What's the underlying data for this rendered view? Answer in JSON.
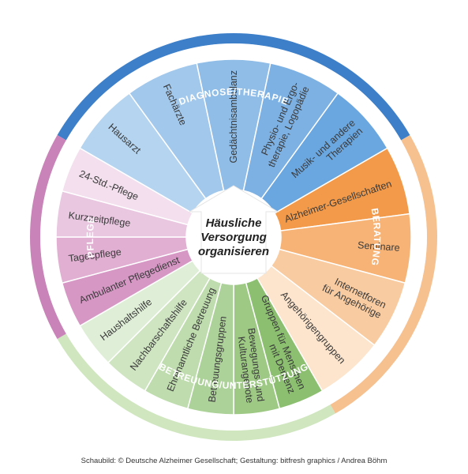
{
  "center": {
    "lines": [
      "Häusliche",
      "Versorgung",
      "organisieren"
    ]
  },
  "ring": {
    "diagnose": "DIAGNOSE/THERAPIE",
    "beratung": "BERATUNG",
    "betreuung": "BETREUUNG/UNTERSTÜTZUNG",
    "pflege": "PFLEGE"
  },
  "segments": {
    "diagnose": [
      [
        "Hausarzt"
      ],
      [
        "Fachärzte"
      ],
      [
        "Gedächtnisambulanz"
      ],
      [
        "Physio- und Ergo-",
        "therapie, Logopädie"
      ],
      [
        "Musik- und andere",
        "Therapien"
      ]
    ],
    "beratung": [
      [
        "Alzheimer-Gesellschaften"
      ],
      [
        "Seminare"
      ],
      [
        "Internetforen",
        "für Angehörige"
      ],
      [
        "Angehörigengruppen"
      ]
    ],
    "betreuung": [
      [
        "Gruppen für Menschen",
        "mit Demenz"
      ],
      [
        "Bewegungs- und",
        "Kulturangebote"
      ],
      [
        "Betreuungsgruppen"
      ],
      [
        "Ehrenamtliche Betreuung"
      ],
      [
        "Nachbarschaftshilfe"
      ],
      [
        "Haushaltshilfe"
      ]
    ],
    "pflege": [
      [
        "Ambulanter Pflegedienst"
      ],
      [
        "Tagespflege"
      ],
      [
        "Kurzzeitpflege"
      ],
      [
        "24-Std.-Pflege"
      ]
    ]
  },
  "colors": {
    "diagnose_outer": "#3d7fc9",
    "diagnose_inner": "#6aa6df",
    "diagnose_seg": "#d4e7f7",
    "beratung_outer": "#f6c08f",
    "beratung_inner": "#f29a49",
    "beratung_seg": "#fff1e3",
    "betreuung_outer": "#cfe6bf",
    "betreuung_inner": "#8cc070",
    "betreuung_seg": "#eef6e8",
    "pflege_outer": "#c983b8",
    "pflege_inner": "#d697c5",
    "pflege_seg": "#f8ecf4"
  },
  "caption": "Schaubild: © Deutsche Alzheimer Gesellschaft; Gestaltung: bitfresh graphics / Andrea Böhm"
}
